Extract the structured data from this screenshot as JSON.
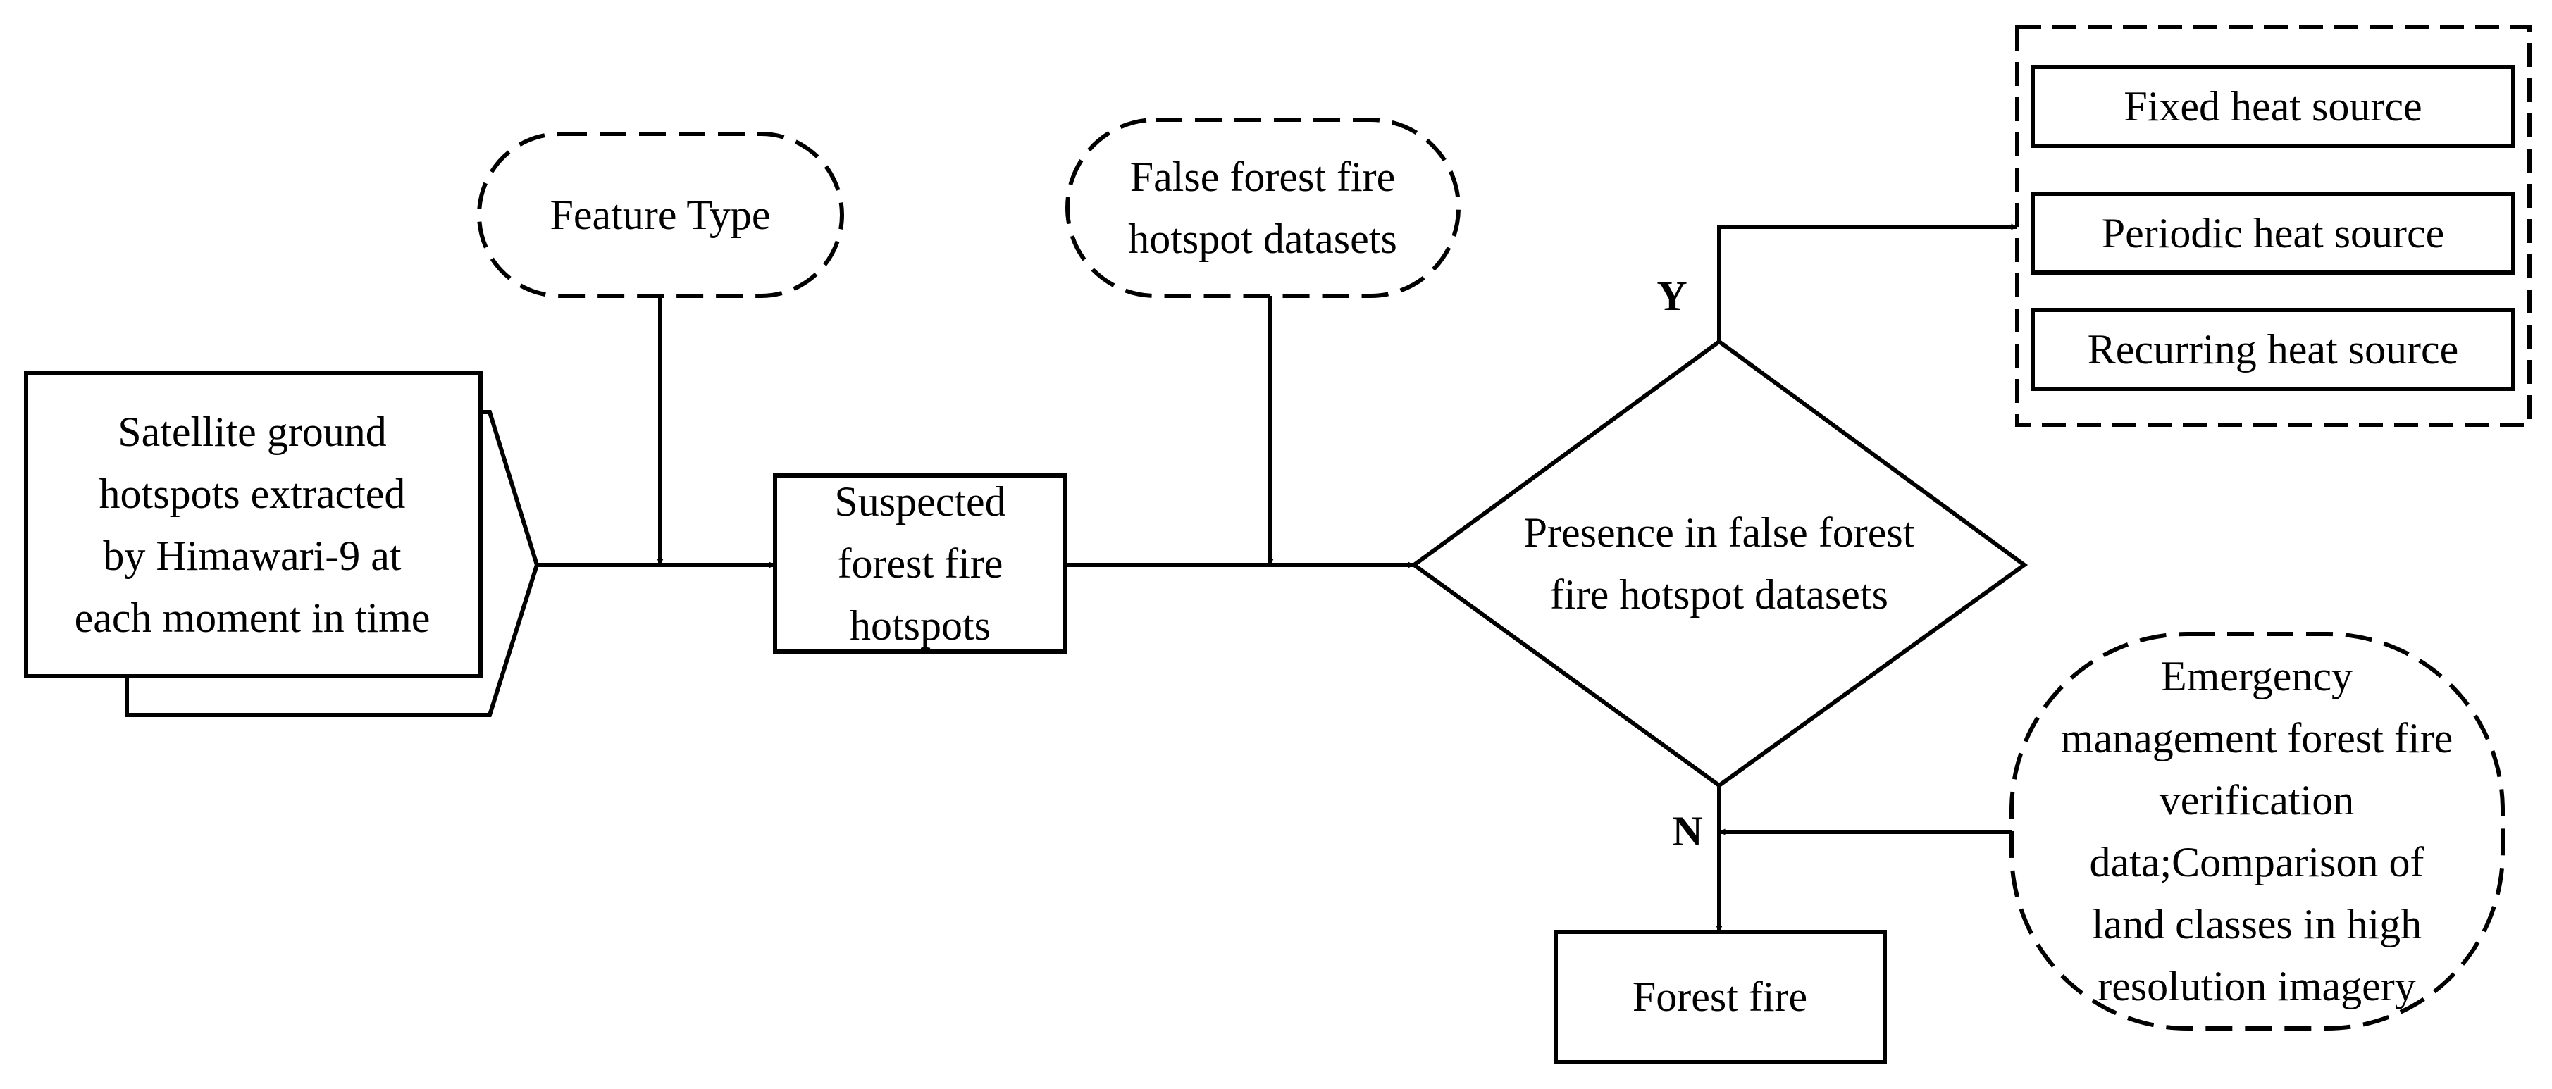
{
  "nodes": {
    "satellite": {
      "lines": [
        "Satellite ground",
        "hotspots extracted",
        "by Himawari-9 at",
        "each moment in time"
      ]
    },
    "feature_type": {
      "lines": [
        "Feature Type"
      ]
    },
    "suspected": {
      "lines": [
        "Suspected",
        "forest fire",
        "hotspots"
      ]
    },
    "false_datasets": {
      "lines": [
        "False forest fire",
        "hotspot datasets"
      ]
    },
    "decision": {
      "lines": [
        "Presence in false forest",
        "fire hotspot datasets"
      ]
    },
    "fixed": {
      "lines": [
        "Fixed heat source"
      ]
    },
    "periodic": {
      "lines": [
        "Periodic heat source"
      ]
    },
    "recurring": {
      "lines": [
        "Recurring heat source"
      ]
    },
    "emergency": {
      "lines": [
        "Emergency",
        "management forest fire",
        "verification",
        "data;Comparison of",
        "land classes in high",
        "resolution imagery"
      ]
    },
    "forest_fire": {
      "lines": [
        "Forest fire"
      ]
    }
  },
  "branches": {
    "yes": "Y",
    "no": "N"
  }
}
